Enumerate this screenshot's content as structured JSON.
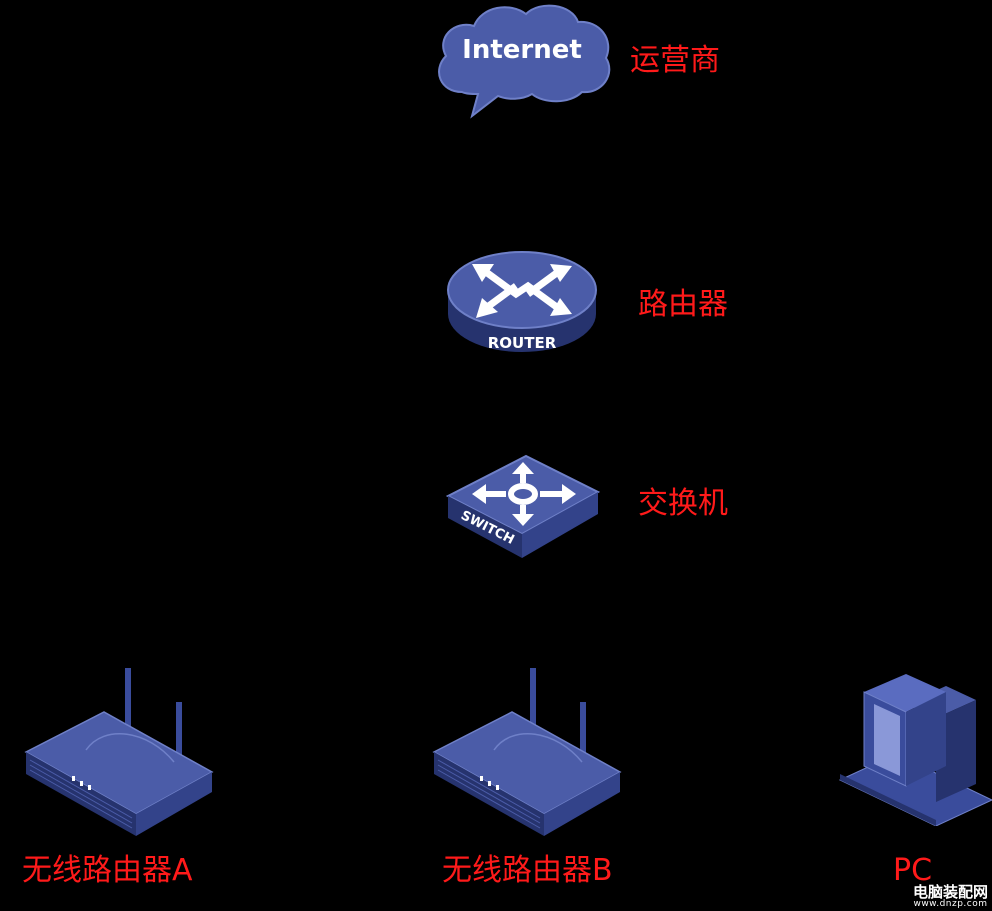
{
  "nodes": {
    "internet": {
      "icon_text": "Internet",
      "label": "运营商"
    },
    "router": {
      "icon_text": "ROUTER",
      "label": "路由器"
    },
    "switch": {
      "icon_text": "SWITCH",
      "label": "交换机"
    },
    "wireless_a": {
      "label": "无线路由器A"
    },
    "wireless_b": {
      "label": "无线路由器B"
    },
    "pc": {
      "label": "PC"
    }
  },
  "watermark": {
    "title": "电脑装配网",
    "url": "www.dnzp.com"
  },
  "colors": {
    "background": "#000000",
    "label": "#ff1a1a",
    "device_blue": "#3a4c9c",
    "device_light": "#5a6cc0",
    "device_dark": "#26336e"
  }
}
